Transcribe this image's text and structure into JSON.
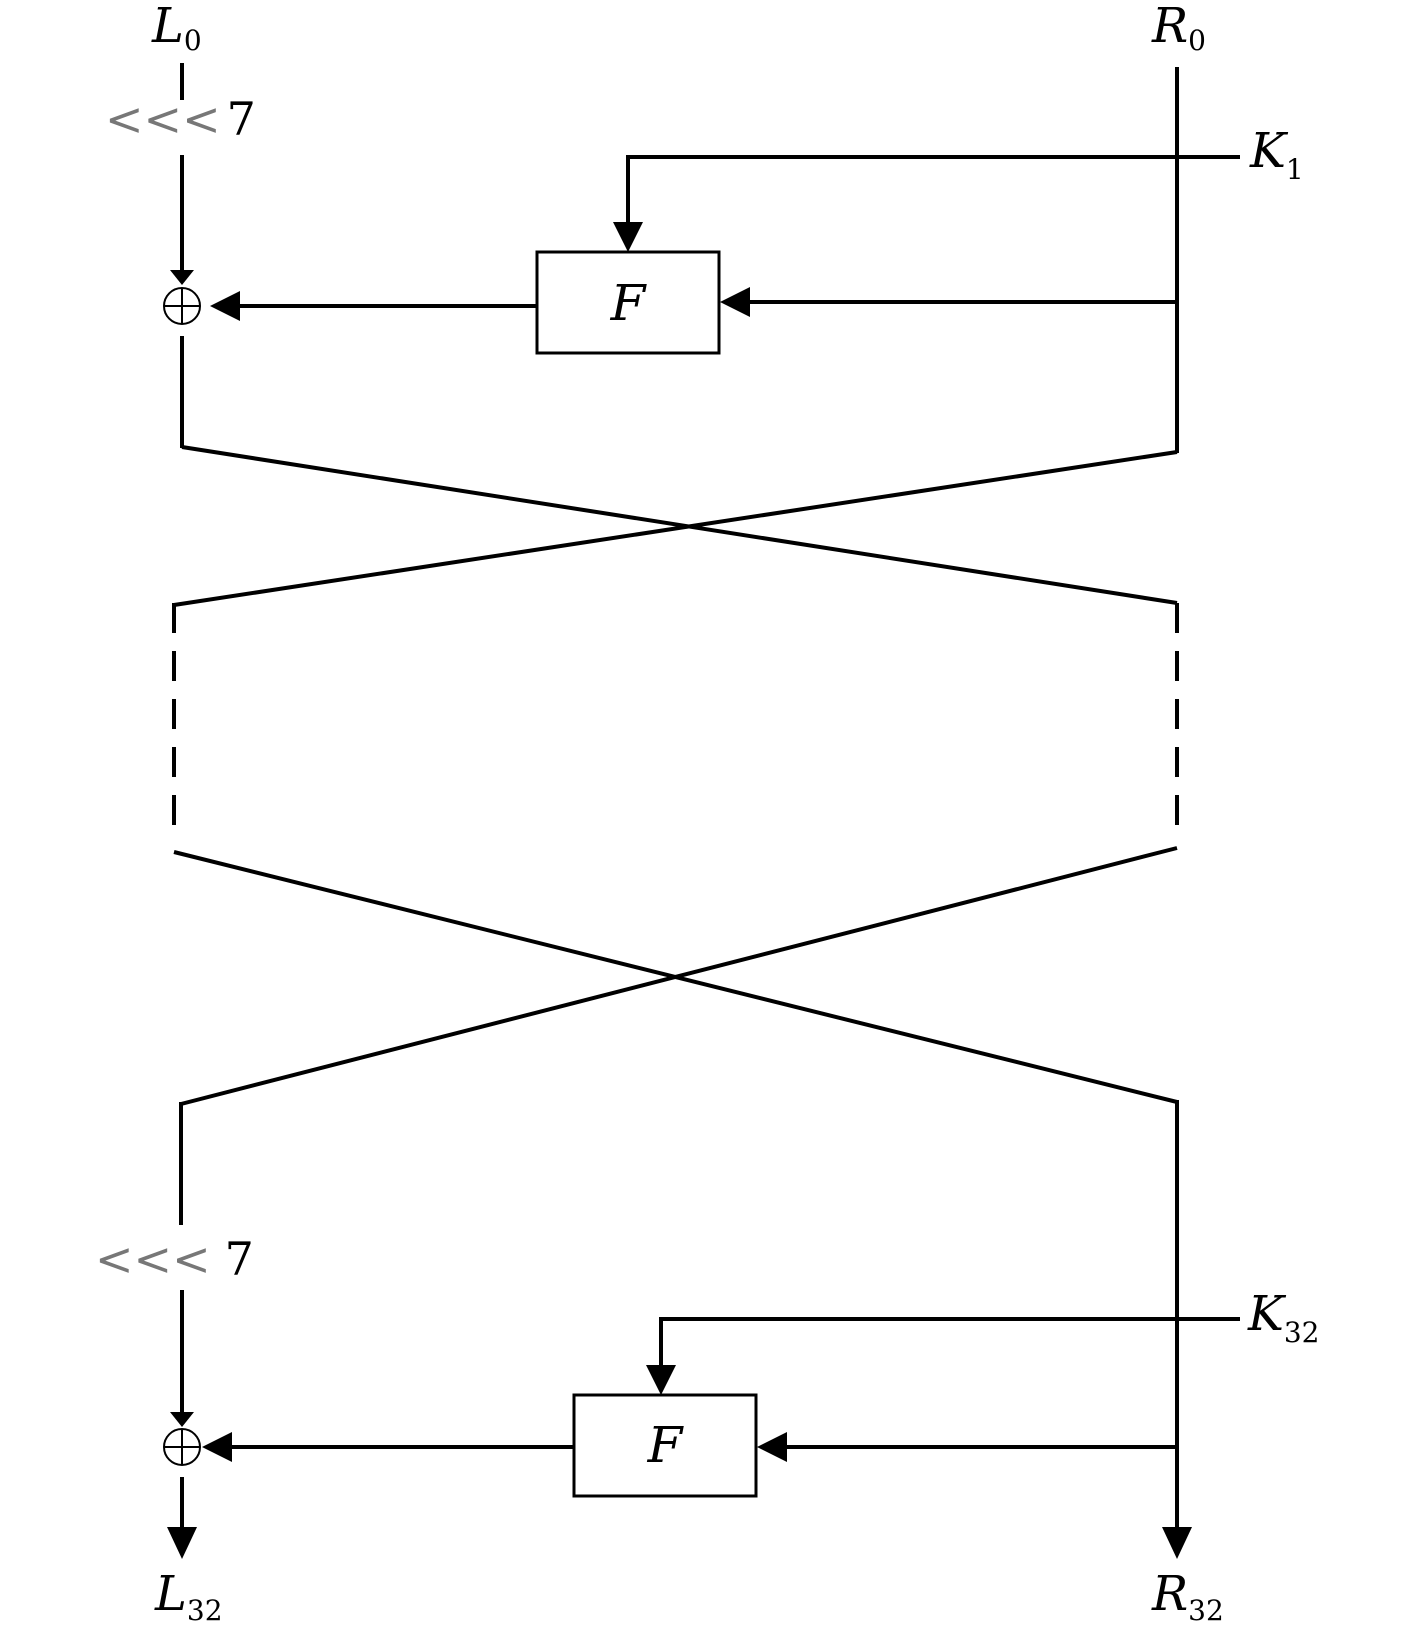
{
  "inputs": {
    "left": {
      "symbol": "L",
      "index": "0"
    },
    "right": {
      "symbol": "R",
      "index": "0"
    }
  },
  "outputs": {
    "left": {
      "symbol": "L",
      "index": "32"
    },
    "right": {
      "symbol": "R",
      "index": "32"
    }
  },
  "rounds": [
    {
      "rotate_symbol": "<<<",
      "rotate_amount": "7",
      "key": {
        "symbol": "K",
        "index": "1"
      },
      "function_label": "F",
      "xor_symbol": "⊕"
    },
    {
      "rotate_symbol": "<<<",
      "rotate_amount": "7",
      "key": {
        "symbol": "K",
        "index": "32"
      },
      "function_label": "F",
      "xor_symbol": "⊕"
    }
  ]
}
